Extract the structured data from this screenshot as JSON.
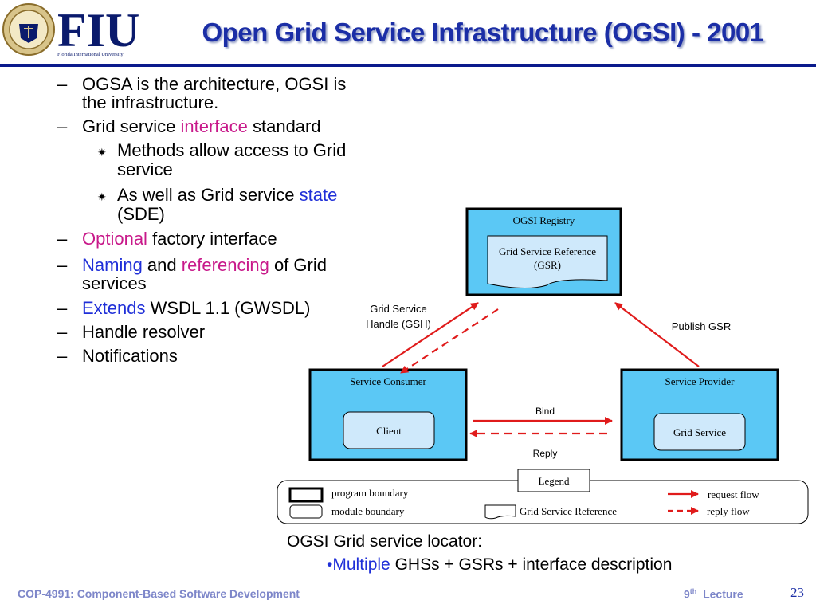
{
  "header": {
    "title": "Open Grid Service Infrastructure (OGSI) - 2001",
    "logo_text": "FIU",
    "logo_subtext": "Florida International University"
  },
  "bullets": [
    {
      "level": 1,
      "parts": [
        {
          "text": "OGSA is the architecture, OGSI is"
        }
      ]
    },
    {
      "level": 1,
      "continuation": true,
      "parts": [
        {
          "text": "the infrastructure."
        }
      ]
    },
    {
      "level": 1,
      "parts": [
        {
          "text": "Grid service "
        },
        {
          "text": "interface",
          "color": "magenta"
        },
        {
          "text": " standard"
        }
      ]
    },
    {
      "level": 2,
      "parts": [
        {
          "text": "Methods allow access to Grid"
        }
      ]
    },
    {
      "level": 2,
      "continuation": true,
      "parts": [
        {
          "text": "service"
        }
      ]
    },
    {
      "level": 2,
      "parts": [
        {
          "text": "As well as Grid service "
        },
        {
          "text": "state",
          "color": "blue"
        }
      ]
    },
    {
      "level": 2,
      "continuation": true,
      "parts": [
        {
          "text": "(SDE)"
        }
      ]
    },
    {
      "level": 1,
      "parts": [
        {
          "text": "Optional",
          "color": "magenta"
        },
        {
          "text": " factory interface"
        }
      ]
    },
    {
      "level": 1,
      "parts": [
        {
          "text": "Naming",
          "color": "blue"
        },
        {
          "text": " and "
        },
        {
          "text": "referencing",
          "color": "magenta"
        },
        {
          "text": " of Grid"
        }
      ]
    },
    {
      "level": 1,
      "continuation": true,
      "parts": [
        {
          "text": "services"
        }
      ]
    },
    {
      "level": 1,
      "parts": [
        {
          "text": "Extends",
          "color": "blue"
        },
        {
          "text": " WSDL 1.1 (GWSDL)"
        }
      ]
    },
    {
      "level": 1,
      "parts": [
        {
          "text": "Handle resolver"
        }
      ]
    },
    {
      "level": 1,
      "parts": [
        {
          "text": "Notifications"
        }
      ]
    }
  ],
  "diagram": {
    "registry_title": "OGSI Registry",
    "gsr_label_1": "Grid Service Reference",
    "gsr_label_2": "(GSR)",
    "consumer_title": "Service Consumer",
    "client_label": "Client",
    "provider_title": "Service Provider",
    "grid_service_label": "Grid Service",
    "gsh_label_1": "Grid Service",
    "gsh_label_2": "Handle (GSH)",
    "publish_label": "Publish GSR",
    "bind_label": "Bind",
    "reply_label": "Reply"
  },
  "legend": {
    "title": "Legend",
    "program_boundary": "program boundary",
    "module_boundary": "module boundary",
    "gsr": "Grid Service Reference",
    "request_flow": "request flow",
    "reply_flow": "reply flow"
  },
  "locator": {
    "line1": "OGSI Grid service locator:",
    "bullet": "•",
    "highlight": "Multiple",
    "rest": " GHSs + GSRs + interface description"
  },
  "footer": {
    "course": "COP-4991: Component-Based Software Development",
    "lecture_num": "9",
    "lecture_sup": "th",
    "lecture_word": "Lecture",
    "page": "23"
  },
  "colors": {
    "title": "#1b2ea6",
    "magenta": "#c8198a",
    "blue": "#1f2fd8",
    "box_fill": "#5bc8f5",
    "inner_fill": "#cfe9fb",
    "arrow": "#e01b1b",
    "footer": "#7d86c9"
  }
}
